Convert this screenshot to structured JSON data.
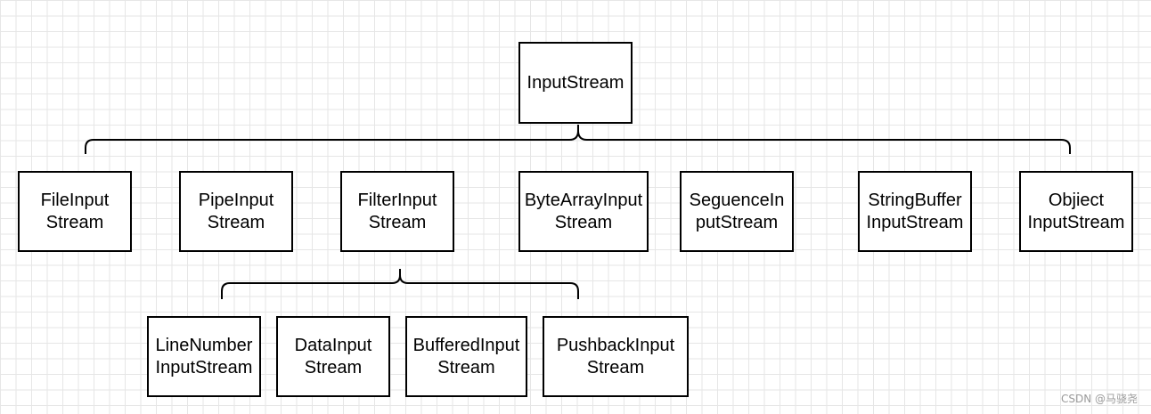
{
  "diagram": {
    "root": "InputStream",
    "level1": [
      "FileInput\nStream",
      "PipeInput\nStream",
      "FilterInput\nStream",
      "ByteArrayInput\nStream",
      "SeguenceIn\nputStream",
      "StringBuffer\nInputStream",
      "Objiect\nInputStream"
    ],
    "level2": [
      "LineNumber\nInputStream",
      "DataInput\nStream",
      "BufferedInput\nStream",
      "PushbackInput\nStream"
    ],
    "edges": [
      {
        "from": "InputStream",
        "to": "level1"
      },
      {
        "from": "FilterInput\nStream",
        "to": "level2"
      }
    ]
  },
  "watermark": "CSDN @马骁尧"
}
